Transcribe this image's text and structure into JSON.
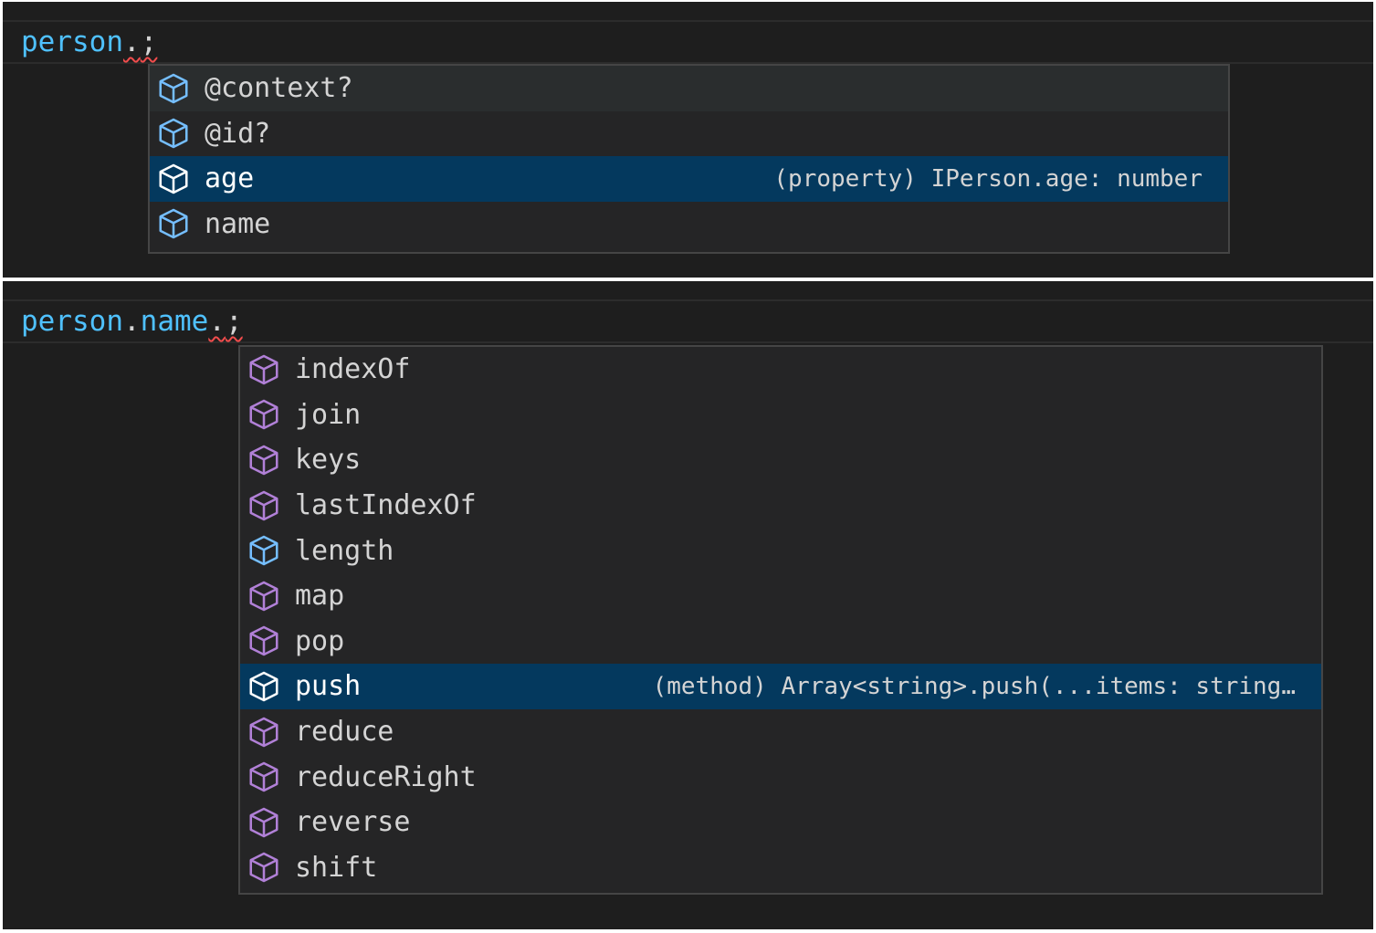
{
  "colors": {
    "identifier": "#4fc1ff",
    "selection": "#04395e",
    "field_icon": "#75beff",
    "method_icon": "#b180d7",
    "error_squiggle": "#f14c4c"
  },
  "top_editor": {
    "code": {
      "ident": "person",
      "dot": ".",
      "semi": ";"
    },
    "suggestions": [
      {
        "label": "@context?",
        "icon": "field-icon"
      },
      {
        "label": "@id?",
        "icon": "field-icon"
      },
      {
        "label": "age",
        "icon": "field-icon",
        "detail": "(property) IPerson.age: number"
      },
      {
        "label": "name",
        "icon": "field-icon"
      }
    ]
  },
  "bottom_editor": {
    "code": {
      "ident1": "person",
      "dot1": ".",
      "ident2": "name",
      "dot2": ".",
      "semi": ";"
    },
    "suggestions": [
      {
        "label": "indexOf",
        "icon": "method-icon"
      },
      {
        "label": "join",
        "icon": "method-icon"
      },
      {
        "label": "keys",
        "icon": "method-icon"
      },
      {
        "label": "lastIndexOf",
        "icon": "method-icon"
      },
      {
        "label": "length",
        "icon": "field-icon"
      },
      {
        "label": "map",
        "icon": "method-icon"
      },
      {
        "label": "pop",
        "icon": "method-icon"
      },
      {
        "label": "push",
        "icon": "method-icon",
        "detail": "(method) Array<string>.push(...items: string…"
      },
      {
        "label": "reduce",
        "icon": "method-icon"
      },
      {
        "label": "reduceRight",
        "icon": "method-icon"
      },
      {
        "label": "reverse",
        "icon": "method-icon"
      },
      {
        "label": "shift",
        "icon": "method-icon"
      }
    ]
  }
}
